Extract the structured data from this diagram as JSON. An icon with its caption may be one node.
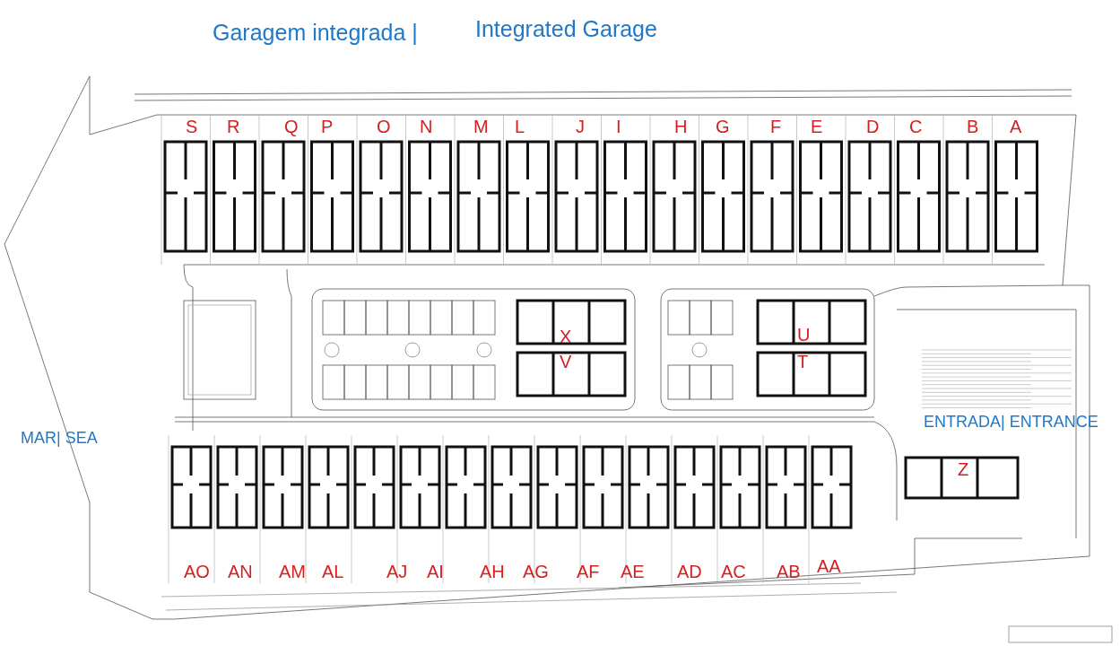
{
  "diagram": {
    "labels": [
      "Garagem integrada |",
      "Integrated Garage",
      "S",
      "R",
      "Q",
      "P",
      "O",
      "N",
      "M",
      "L",
      "J",
      "I",
      "H",
      "G",
      "F",
      "E",
      "D",
      "C",
      "B",
      "A",
      "X",
      "U",
      "V",
      "T",
      "MAR| SEA",
      "ENTRADA| ENTRANCE",
      "Z",
      "AO",
      "AN",
      "AM",
      "AL",
      "AJ",
      "AI",
      "AH",
      "AG",
      "AF",
      "AE",
      "AD",
      "AC",
      "AB",
      "AA"
    ]
  }
}
